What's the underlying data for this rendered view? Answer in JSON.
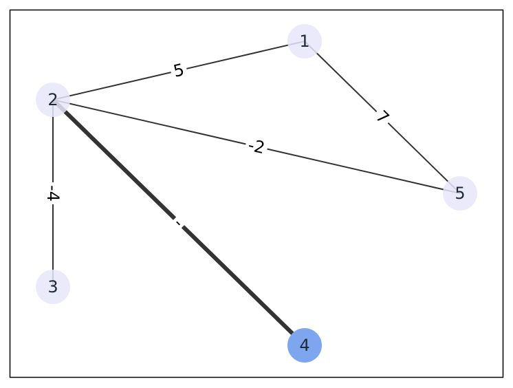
{
  "graph": {
    "nodes": [
      {
        "id": "1",
        "label": "1",
        "color": "#e6e6fa"
      },
      {
        "id": "2",
        "label": "2",
        "color": "#e6e6fa"
      },
      {
        "id": "3",
        "label": "3",
        "color": "#e6e6fa"
      },
      {
        "id": "4",
        "label": "4",
        "color": "#7ea6ef"
      },
      {
        "id": "5",
        "label": "5",
        "color": "#e6e6fa"
      }
    ],
    "edges": [
      {
        "source": "2",
        "target": "1",
        "label": "5",
        "weight": "normal"
      },
      {
        "source": "1",
        "target": "5",
        "label": "7",
        "weight": "normal"
      },
      {
        "source": "2",
        "target": "5",
        "label": "-2",
        "weight": "normal"
      },
      {
        "source": "2",
        "target": "3",
        "label": "-4",
        "weight": "normal"
      },
      {
        "source": "2",
        "target": "4",
        "label": "-",
        "weight": "highlighted"
      }
    ],
    "edge_color": "#333333",
    "frame_color": "#000000"
  }
}
